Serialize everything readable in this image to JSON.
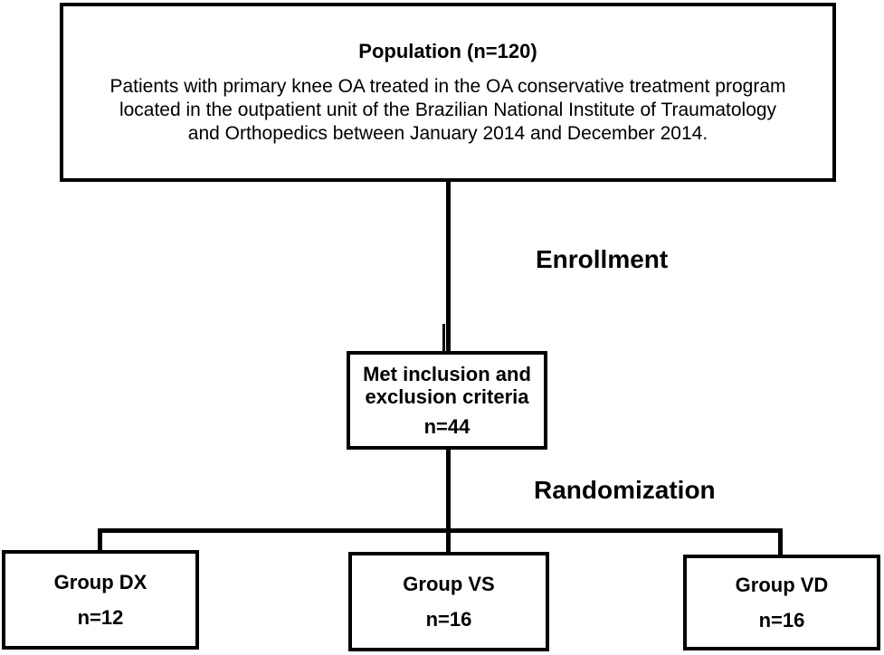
{
  "diagram": {
    "population_box": {
      "title": "Population (n=120)",
      "body_line1": "Patients with primary knee OA treated in the OA conservative treatment program",
      "body_line2": "located in the outpatient unit of the Brazilian National Institute of Traumatology",
      "body_line3": "and Orthopedics between January 2014 and December 2014."
    },
    "enrollment_label": "Enrollment",
    "inclusion_box": {
      "line1": "Met inclusion and",
      "line2": "exclusion criteria",
      "count": "n=44"
    },
    "randomization_label": "Randomization",
    "groups": [
      {
        "name": "Group DX",
        "count": "n=12"
      },
      {
        "name": "Group VS",
        "count": "n=16"
      },
      {
        "name": "Group VD",
        "count": "n=16"
      }
    ],
    "colors": {
      "border": "#000000",
      "text": "#000000",
      "background": "#ffffff"
    }
  }
}
